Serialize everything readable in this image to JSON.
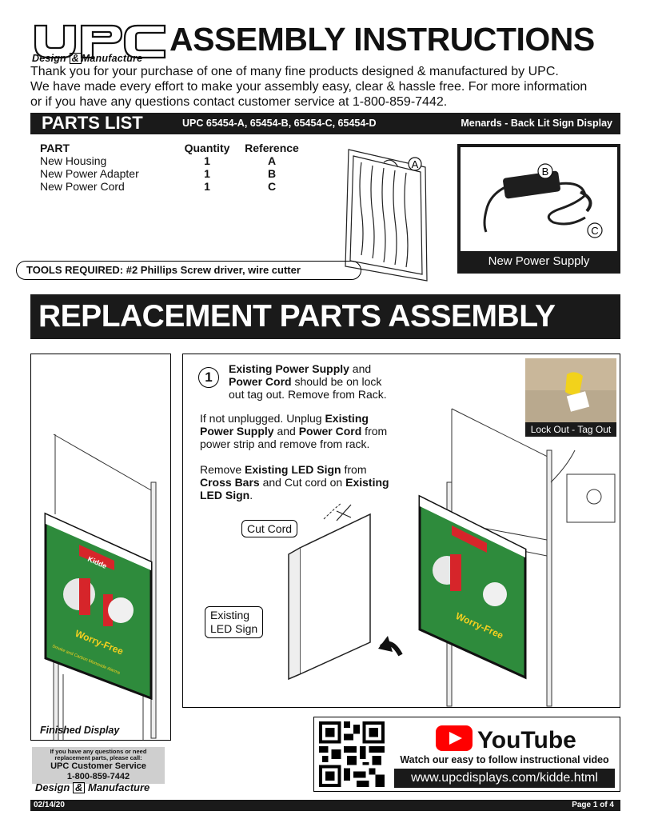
{
  "header": {
    "logo_text": "UPC",
    "logo_tagline_a": "Design",
    "logo_tagline_amp": "&",
    "logo_tagline_b": "Manufacture",
    "title": "ASSEMBLY INSTRUCTIONS",
    "intro_lines": [
      "Thank you for your purchase of one of many fine products designed & manufactured by UPC.",
      "We have made every effort to make your assembly easy, clear & hassle free. For more information",
      "or if you have any questions contact customer service at 1-800-859-7442."
    ]
  },
  "parts_bar": {
    "title": "PARTS LIST",
    "models": "UPC 65454-A, 65454-B, 65454-C, 65454-D",
    "product": "Menards - Back Lit Sign Display"
  },
  "parts_table": {
    "headers": [
      "PART",
      "Quantity",
      "Reference"
    ],
    "rows": [
      [
        "New Housing",
        "1",
        "A"
      ],
      [
        "New Power Adapter",
        "1",
        "B"
      ],
      [
        "New Power Cord",
        "1",
        "C"
      ]
    ]
  },
  "figures": {
    "label_a": "A",
    "label_b": "B",
    "label_c": "C",
    "power_supply_caption": "New Power Supply",
    "lock_out_caption": "Lock Out - Tag Out",
    "cut_cord": "Cut Cord",
    "existing_led_line1": "Existing",
    "existing_led_line2": "LED Sign",
    "finished_display": "Finished Display",
    "sign_brand": "Kidde",
    "sign_slogan": "Worry-Free",
    "sign_subline": "Smoke and Carbon Monoxide Alarms"
  },
  "tools": "TOOLS REQUIRED: #2 Phillips Screw driver, wire cutter",
  "banner": "REPLACEMENT PARTS ASSEMBLY",
  "step": {
    "number": "1",
    "p1_b1": "Existing Power Supply",
    "p1_t1": " and",
    "p1_b2": "Power Cord",
    "p1_t2": " should be on lock",
    "p1_t3": "out tag out. Remove from Rack.",
    "p2_t1": "If not unplugged. Unplug ",
    "p2_b1": "Existing",
    "p2_b2": "Power Supply",
    "p2_t2": " and ",
    "p2_b3": "Power Cord",
    "p2_t3": " from",
    "p2_t4": "power strip and remove from rack.",
    "p3_t1": "Remove ",
    "p3_b1": "Existing LED Sign",
    "p3_t2": " from",
    "p3_b2": "Cross Bars",
    "p3_t3": " and Cut cord on ",
    "p3_b3": "Existing",
    "p3_b4": "LED Sign",
    "p3_t4": "."
  },
  "customer_service": {
    "small1": "If you have any questions or need",
    "small2": "replacement parts, please call:",
    "line1": "UPC Customer Service",
    "line2": "1-800-859-7442",
    "dm_a": "Design",
    "dm_amp": "&",
    "dm_b": "Manufacture"
  },
  "youtube": {
    "logo_text": "YouTube",
    "text": "Watch our easy to follow instructional video",
    "url": "www.upcdisplays.com/kidde.html"
  },
  "footer": {
    "date": "02/14/20",
    "page": "Page 1 of 4"
  },
  "colors": {
    "dark": "#1a1a1a",
    "youtube_red": "#ff0000",
    "sign_green": "#2e8b3c",
    "sign_red": "#d6252a"
  }
}
